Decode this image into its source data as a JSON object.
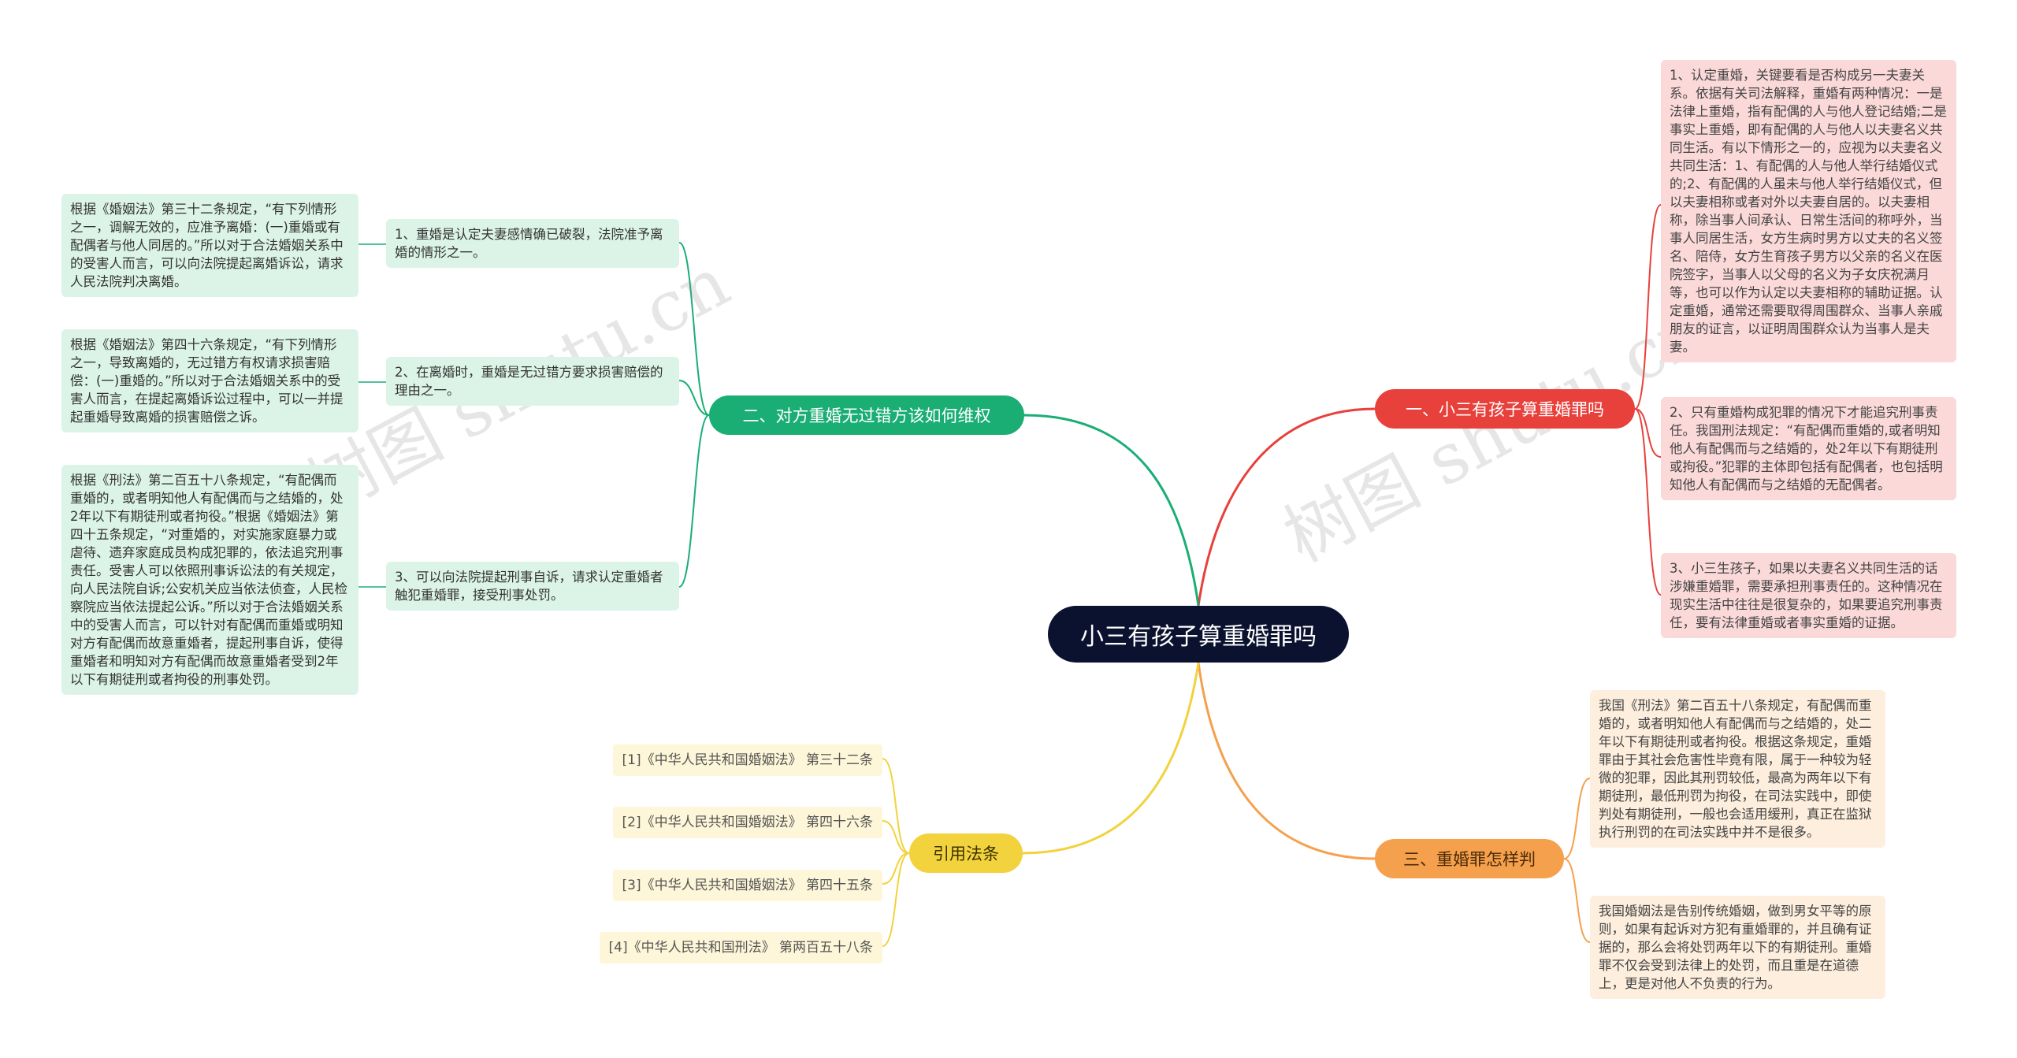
{
  "root": "小三有孩子算重婚罪吗",
  "branches": {
    "one": {
      "label": "一、小三有孩子算重婚罪吗",
      "notes": [
        "1、认定重婚，关键要看是否构成另一夫妻关系。依据有关司法解释，重婚有两种情况：一是法律上重婚，指有配偶的人与他人登记结婚;二是事实上重婚，即有配偶的人与他人以夫妻名义共同生活。有以下情形之一的，应视为以夫妻名义共同生活：1、有配偶的人与他人举行结婚仪式的;2、有配偶的人虽未与他人举行结婚仪式，但以夫妻相称或者对外以夫妻自居的。以夫妻相称，除当事人间承认、日常生活间的称呼外，当事人同居生活，女方生病时男方以丈夫的名义签名、陪侍，女方生育孩子男方以父亲的名义在医院签字，当事人以父母的名义为子女庆祝满月等，也可以作为认定以夫妻相称的辅助证据。认定重婚，通常还需要取得周围群众、当事人亲戚朋友的证言，以证明周围群众认为当事人是夫妻。",
        "2、只有重婚构成犯罪的情况下才能追究刑事责任。我国刑法规定：“有配偶而重婚的,或者明知他人有配偶而与之结婚的，处2年以下有期徒刑或拘役。”犯罪的主体即包括有配偶者，也包括明知他人有配偶而与之结婚的无配偶者。",
        "3、小三生孩子，如果以夫妻名义共同生活的话涉嫌重婚罪，需要承担刑事责任的。这种情况在现实生活中往往是很复杂的，如果要追究刑事责任，要有法律重婚或者事实重婚的证据。"
      ]
    },
    "three": {
      "label": "三、重婚罪怎样判",
      "notes": [
        "我国《刑法》第二百五十八条规定，有配偶而重婚的，或者明知他人有配偶而与之结婚的，处二年以下有期徒刑或者拘役。根据这条规定，重婚罪由于其社会危害性毕竟有限，属于一种较为轻微的犯罪，因此其刑罚较低，最高为两年以下有期徒刑，最低刑罚为拘役，在司法实践中，即使判处有期徒刑，一般也会适用缓刑，真正在监狱执行刑罚的在司法实践中并不是很多。",
        "我国婚姻法是告别传统婚姻，做到男女平等的原则，如果有起诉对方犯有重婚罪的，并且确有证据的，那么会将处罚两年以下的有期徒刑。重婚罪不仅会受到法律上的处罚，而且重是在道德上，更是对他人不负责的行为。"
      ]
    },
    "two": {
      "label": "二、对方重婚无过错方该如何维权",
      "items": [
        {
          "text": "1、重婚是认定夫妻感情确已破裂，法院准予离婚的情形之一。",
          "detail": "根据《婚姻法》第三十二条规定，“有下列情形之一，调解无效的，应准予离婚：(一)重婚或有配偶者与他人同居的。”所以对于合法婚姻关系中的受害人而言，可以向法院提起离婚诉讼，请求人民法院判决离婚。"
        },
        {
          "text": "2、在离婚时，重婚是无过错方要求损害赔偿的理由之一。",
          "detail": "根据《婚姻法》第四十六条规定，“有下列情形之一，导致离婚的，无过错方有权请求损害赔偿：(一)重婚的。”所以对于合法婚姻关系中的受害人而言，在提起离婚诉讼过程中，可以一并提起重婚导致离婚的损害赔偿之诉。"
        },
        {
          "text": "3、可以向法院提起刑事自诉，请求认定重婚者触犯重婚罪，接受刑事处罚。",
          "detail": "根据《刑法》第二百五十八条规定，“有配偶而重婚的，或者明知他人有配偶而与之结婚的，处2年以下有期徒刑或者拘役。”根据《婚姻法》第四十五条规定，“对重婚的，对实施家庭暴力或虐待、遗弃家庭成员构成犯罪的，依法追究刑事责任。受害人可以依照刑事诉讼法的有关规定，向人民法院自诉;公安机关应当依法侦查，人民检察院应当依法提起公诉。”所以对于合法婚姻关系中的受害人而言，可以针对有配偶而重婚或明知对方有配偶而故意重婚者，提起刑事自诉，使得重婚者和明知对方有配偶而故意重婚者受到2年以下有期徒刑或者拘役的刑事处罚。"
        }
      ]
    },
    "law": {
      "label": "引用法条",
      "items": [
        "[1]《中华人民共和国婚姻法》 第三十二条",
        "[2]《中华人民共和国婚姻法》 第四十六条",
        "[3]《中华人民共和国婚姻法》 第四十五条",
        "[4]《中华人民共和国刑法》 第两百五十八条"
      ]
    }
  },
  "watermark": "树图 shutu.cn",
  "colors": {
    "root": "#0b1230",
    "red": "#e8403b",
    "orange": "#f5a04c",
    "green": "#1aae75",
    "yellow": "#f2d23d"
  }
}
